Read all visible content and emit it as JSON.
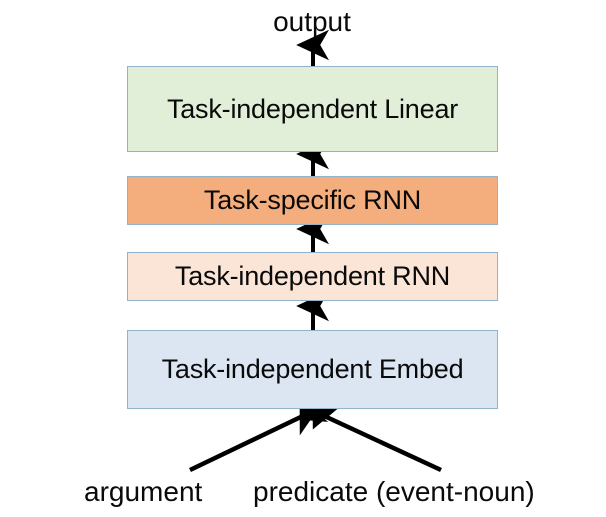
{
  "diagram": {
    "title_text": "output",
    "layers": [
      {
        "id": "linear",
        "label": "Task-independent Linear",
        "fill": "#E2EFD8",
        "border": "#8FB4CC",
        "order": 4
      },
      {
        "id": "task-specific-rnn",
        "label": "Task-specific RNN",
        "fill": "#F4AE7E",
        "border": "#8FB4CC",
        "order": 3
      },
      {
        "id": "task-independent-rnn",
        "label": "Task-independent RNN",
        "fill": "#FAE5D6",
        "border": "#8FB4CC",
        "order": 2
      },
      {
        "id": "embed",
        "label": "Task-independent Embed",
        "fill": "#DCE6F2",
        "border": "#8FB4CC",
        "order": 1
      }
    ],
    "inputs": [
      {
        "id": "argument",
        "label": "argument"
      },
      {
        "id": "predicate",
        "label": "predicate (event-noun)"
      }
    ],
    "arrows": {
      "color": "#000000",
      "vertical_count": 4,
      "diagonal_count": 2,
      "direction": "upward"
    }
  }
}
